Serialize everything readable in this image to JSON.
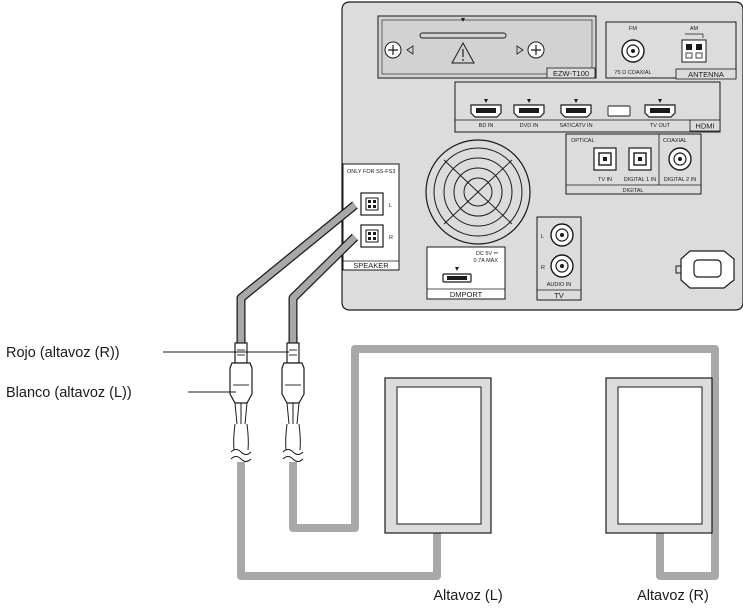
{
  "panel": {
    "slot_label": "EZW-T100",
    "fm_label": "FM",
    "am_label": "AM",
    "coaxial_label": "75 Ω COAXIAL",
    "antenna_label": "ANTENNA",
    "hdmi_inputs": [
      "BD IN",
      "DVD IN",
      "SAT/CATV IN"
    ],
    "tv_out_label": "TV OUT",
    "hdmi_label": "HDMI",
    "optical_label": "OPTICAL",
    "coaxial_small_label": "COAXIAL",
    "tv_in_label": "TV IN",
    "digital1_label": "DIGITAL 1 IN",
    "digital2_label": "DIGITAL 2 IN",
    "digital_label": "DIGITAL",
    "only_for_label": "ONLY FOR SS-FS3",
    "speaker_l": "L",
    "speaker_r": "R",
    "speaker_label": "SPEAKER",
    "dc_label": "DC 5V ⎓",
    "dc_ma_label": "0.7A MAX",
    "dmport_label": "DMPORT",
    "audio_l": "L",
    "audio_r": "R",
    "audio_in_label": "AUDIO IN",
    "tv_label": "TV"
  },
  "callouts": {
    "red": "Rojo (altavoz (R))",
    "white": "Blanco (altavoz (L))",
    "speaker_left": "Altavoz (L)",
    "speaker_right": "Altavoz (R)"
  },
  "colors": {
    "panel_fill": "#dcdcdc",
    "cable_gray": "#a8a8a8",
    "line": "#1a1a1a"
  }
}
